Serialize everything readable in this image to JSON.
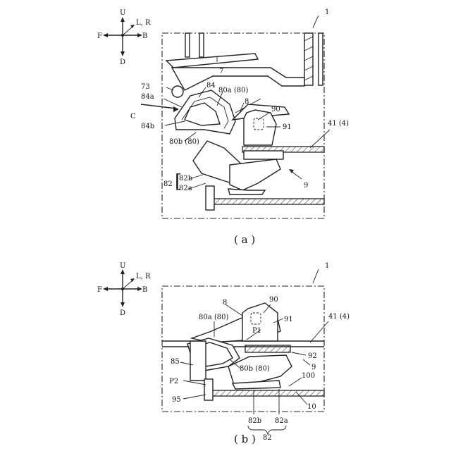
{
  "figure_a": {
    "caption": "( a )",
    "compass": {
      "up": "U",
      "down": "D",
      "front": "F",
      "back": "B",
      "lr": "L, R"
    },
    "labels": {
      "ref_1": "1",
      "ref_7": "7",
      "ref_73": "73",
      "ref_84": "84",
      "ref_84a": "84a",
      "ref_80a": "80a (80)",
      "ref_8": "8",
      "ref_c": "C",
      "ref_90": "90",
      "ref_91": "91",
      "ref_84b": "84b",
      "ref_80b": "80b (80)",
      "ref_41": "41 (4)",
      "ref_82": "82",
      "ref_82b": "82b",
      "ref_82a": "82a",
      "ref_9": "9"
    }
  },
  "figure_b": {
    "caption": "( b )",
    "compass": {
      "up": "U",
      "down": "D",
      "front": "F",
      "back": "B",
      "lr": "L, R"
    },
    "labels": {
      "ref_1": "1",
      "ref_8": "8",
      "ref_90": "90",
      "ref_80a": "80a (80)",
      "ref_91": "91",
      "ref_41": "41 (4)",
      "ref_p1": "P1",
      "ref_92": "92",
      "ref_85": "85",
      "ref_9": "9",
      "ref_80b": "80b (80)",
      "ref_p2": "P2",
      "ref_100": "100",
      "ref_95": "95",
      "ref_10": "10",
      "ref_82b": "82b",
      "ref_82a": "82a",
      "ref_82": "82"
    }
  }
}
